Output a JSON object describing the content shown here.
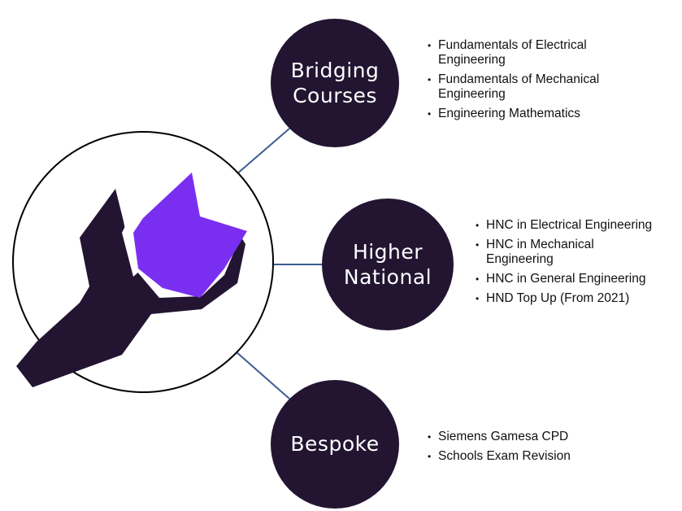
{
  "nodes": [
    {
      "id": "bridging",
      "title": "Bridging\nCourses",
      "items": [
        "Fundamentals of Electrical Engineering",
        "Fundamentals of Mechanical Engineering",
        "Engineering Mathematics"
      ]
    },
    {
      "id": "higher",
      "title": "Higher\nNational",
      "items": [
        "HNC in Electrical Engineering",
        "HNC in Mechanical Engineering",
        "HNC in General Engineering",
        "HND Top Up (From 2021)"
      ]
    },
    {
      "id": "bespoke",
      "title": "Bespoke",
      "items": [
        "Siemens Gamesa CPD",
        "Schools Exam Revision"
      ]
    }
  ],
  "icon": "wrench-icon",
  "colors": {
    "node_fill": "#231532",
    "accent": "#7a2ff0",
    "connector": "#3b5d91",
    "text_dark": "#111111",
    "text_light": "#ffffff"
  }
}
